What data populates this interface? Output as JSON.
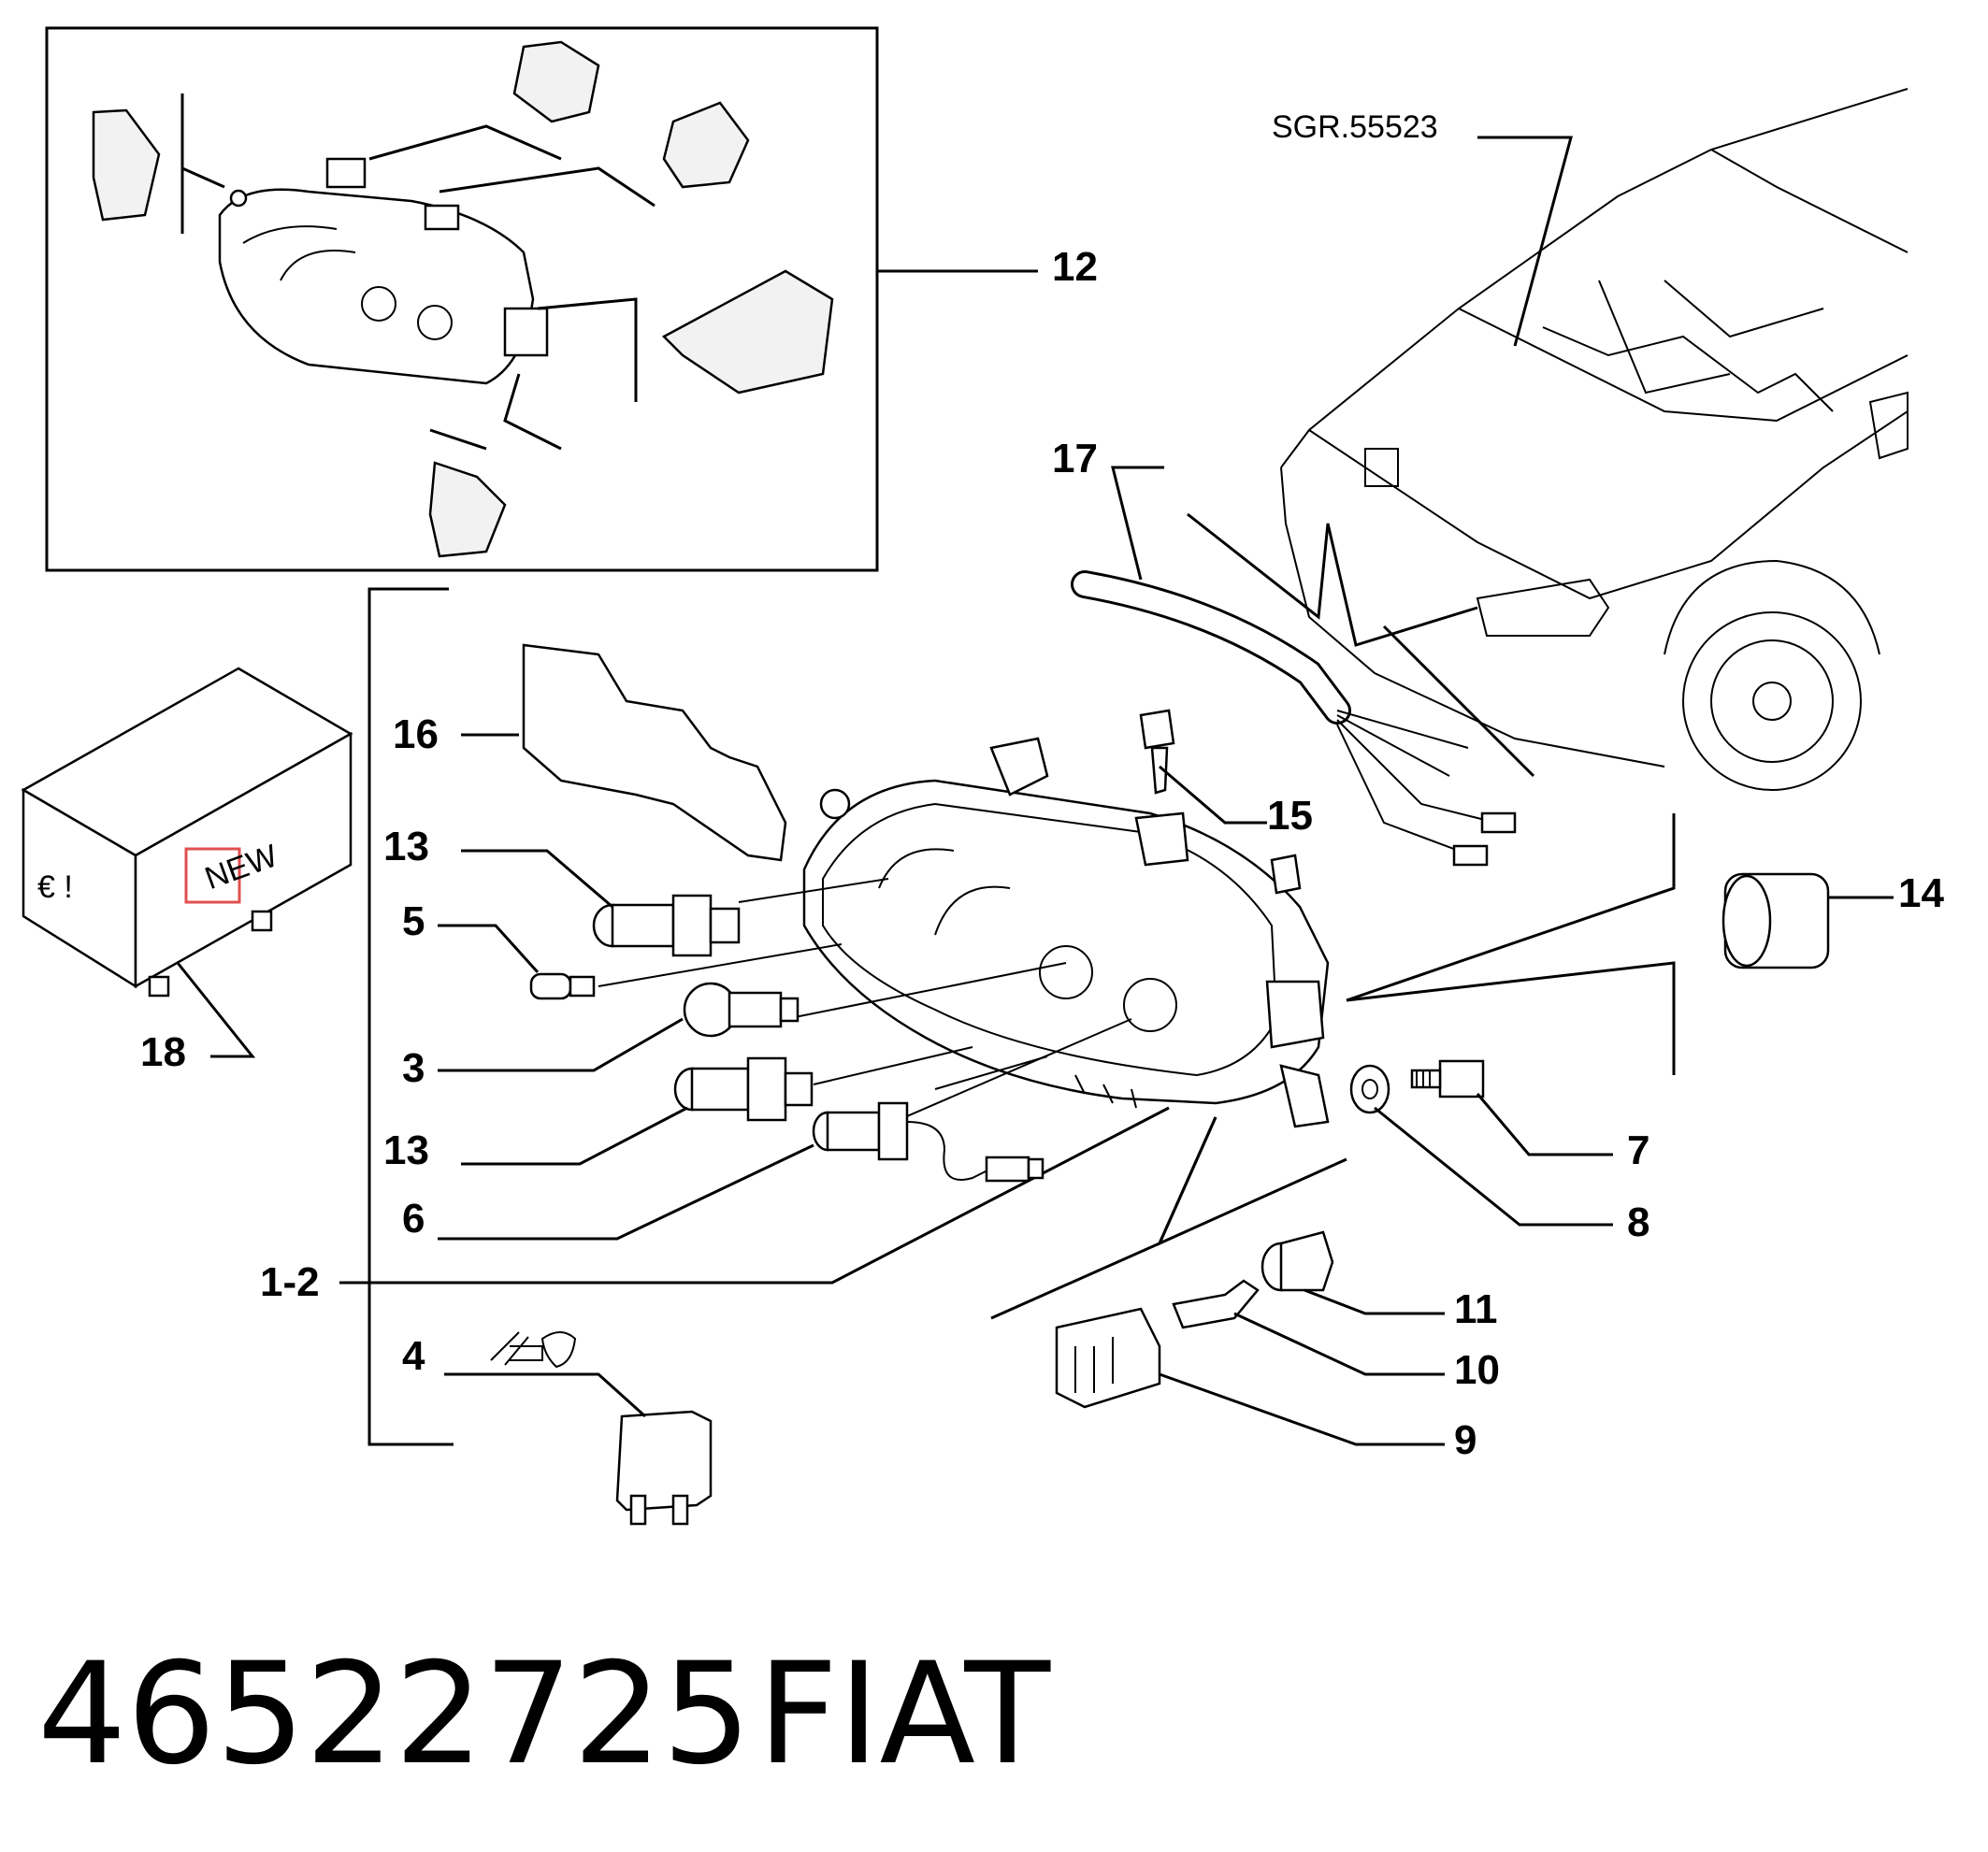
{
  "reference_label": "SGR.55523",
  "callouts": {
    "c12": "12",
    "c17": "17",
    "c16": "16",
    "c15": "15",
    "c14": "14",
    "c13a": "13",
    "c5": "5",
    "c3": "3",
    "c13b": "13",
    "c6": "6",
    "c1_2": "1-2",
    "c4": "4",
    "c18": "18",
    "c7": "7",
    "c8": "8",
    "c11": "11",
    "c10": "10",
    "c9": "9"
  },
  "box_sticker": "NEW",
  "box_marks": "€ !",
  "part_number": "46522725",
  "brand": "FIAT"
}
